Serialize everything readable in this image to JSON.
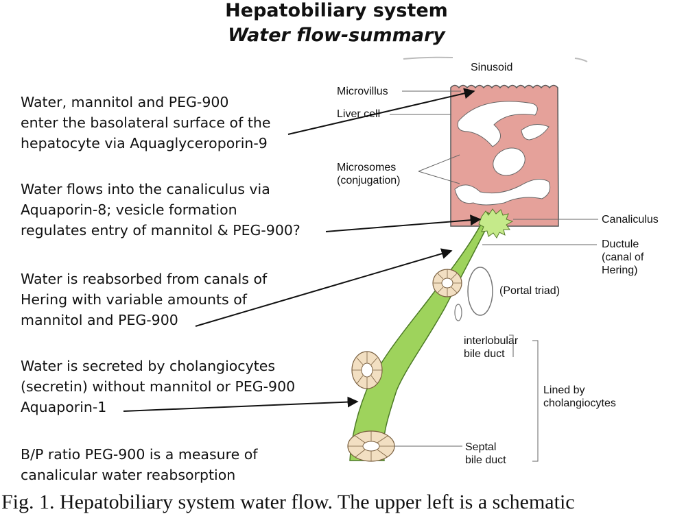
{
  "title": "Hepatobiliary system",
  "subtitle": "Water flow-summary",
  "descriptions": [
    [
      "Water, mannitol and PEG-900",
      "enter the basolateral surface of  the",
      "hepatocyte via Aquaglyceroporin-9"
    ],
    [
      "Water  flows into the canaliculus via",
      "Aquaporin-8;   vesicle formation",
      "regulates entry of  mannitol & PEG-900?"
    ],
    [
      "Water  is reabsorbed from canals of",
      "Hering with variable  amounts of",
      "mannitol and PEG-900"
    ],
    [
      "Water is secreted by cholangiocytes",
      "(secretin) without mannitol or PEG-900",
      "Aquaporin-1"
    ],
    [
      "B/P ratio  PEG-900  is a measure of",
      "canalicular  water  reabsorption"
    ]
  ],
  "labels": {
    "sinusoid": "Sinusoid",
    "microvillus": "Microvillus",
    "liver_cell": "Liver cell",
    "microsomes": [
      "Microsomes",
      "(conjugation)"
    ],
    "canaliculus": "Canaliculus",
    "ductule": [
      "Ductule",
      "(canal of",
      "Hering)"
    ],
    "portal_triad": "(Portal triad)",
    "interlobular": [
      "interlobular",
      "bile duct"
    ],
    "lined_by": [
      "Lined by",
      "cholangiocytes"
    ],
    "septal": [
      "Septal",
      "bile duct"
    ]
  },
  "caption": "Fig. 1. Hepatobiliary system water flow. The upper left is a schematic"
}
